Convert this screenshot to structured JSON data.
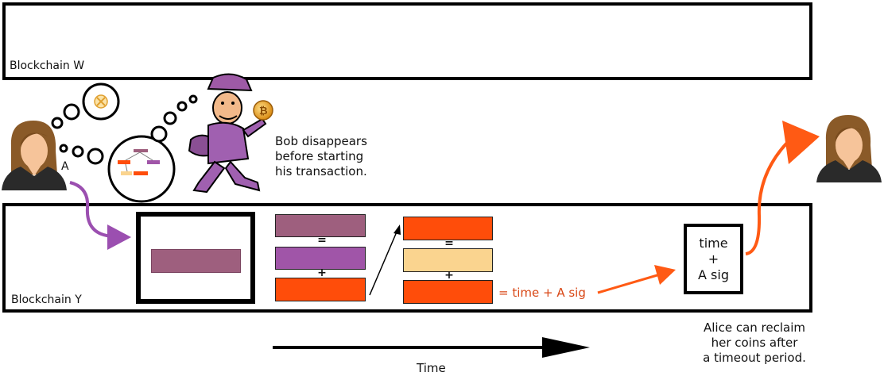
{
  "blockchain_w": {
    "label": "Blockchain W"
  },
  "blockchain_y": {
    "label": "Blockchain Y"
  },
  "alice_label": "A",
  "bob_note": [
    "Bob disappears",
    "before starting",
    "his transaction."
  ],
  "equations": {
    "eq": "=",
    "plus": "+",
    "plus2": "+",
    "eq2": "="
  },
  "timeout_expr": "= time + A sig",
  "timeout_box": [
    "time",
    "+",
    "A sig"
  ],
  "reclaim_note": [
    "Alice can reclaim",
    "her coins after",
    "a timeout period."
  ],
  "time_axis": {
    "label": "Time"
  },
  "colors": {
    "mauve": "#9e5f7e",
    "purple": "#a055a8",
    "orange": "#ff4d0a",
    "yellow": "#fad48f",
    "arrow_purple": "#9b4fb0",
    "arrow_orange": "#ff5a14",
    "text_orange": "#d84614"
  }
}
